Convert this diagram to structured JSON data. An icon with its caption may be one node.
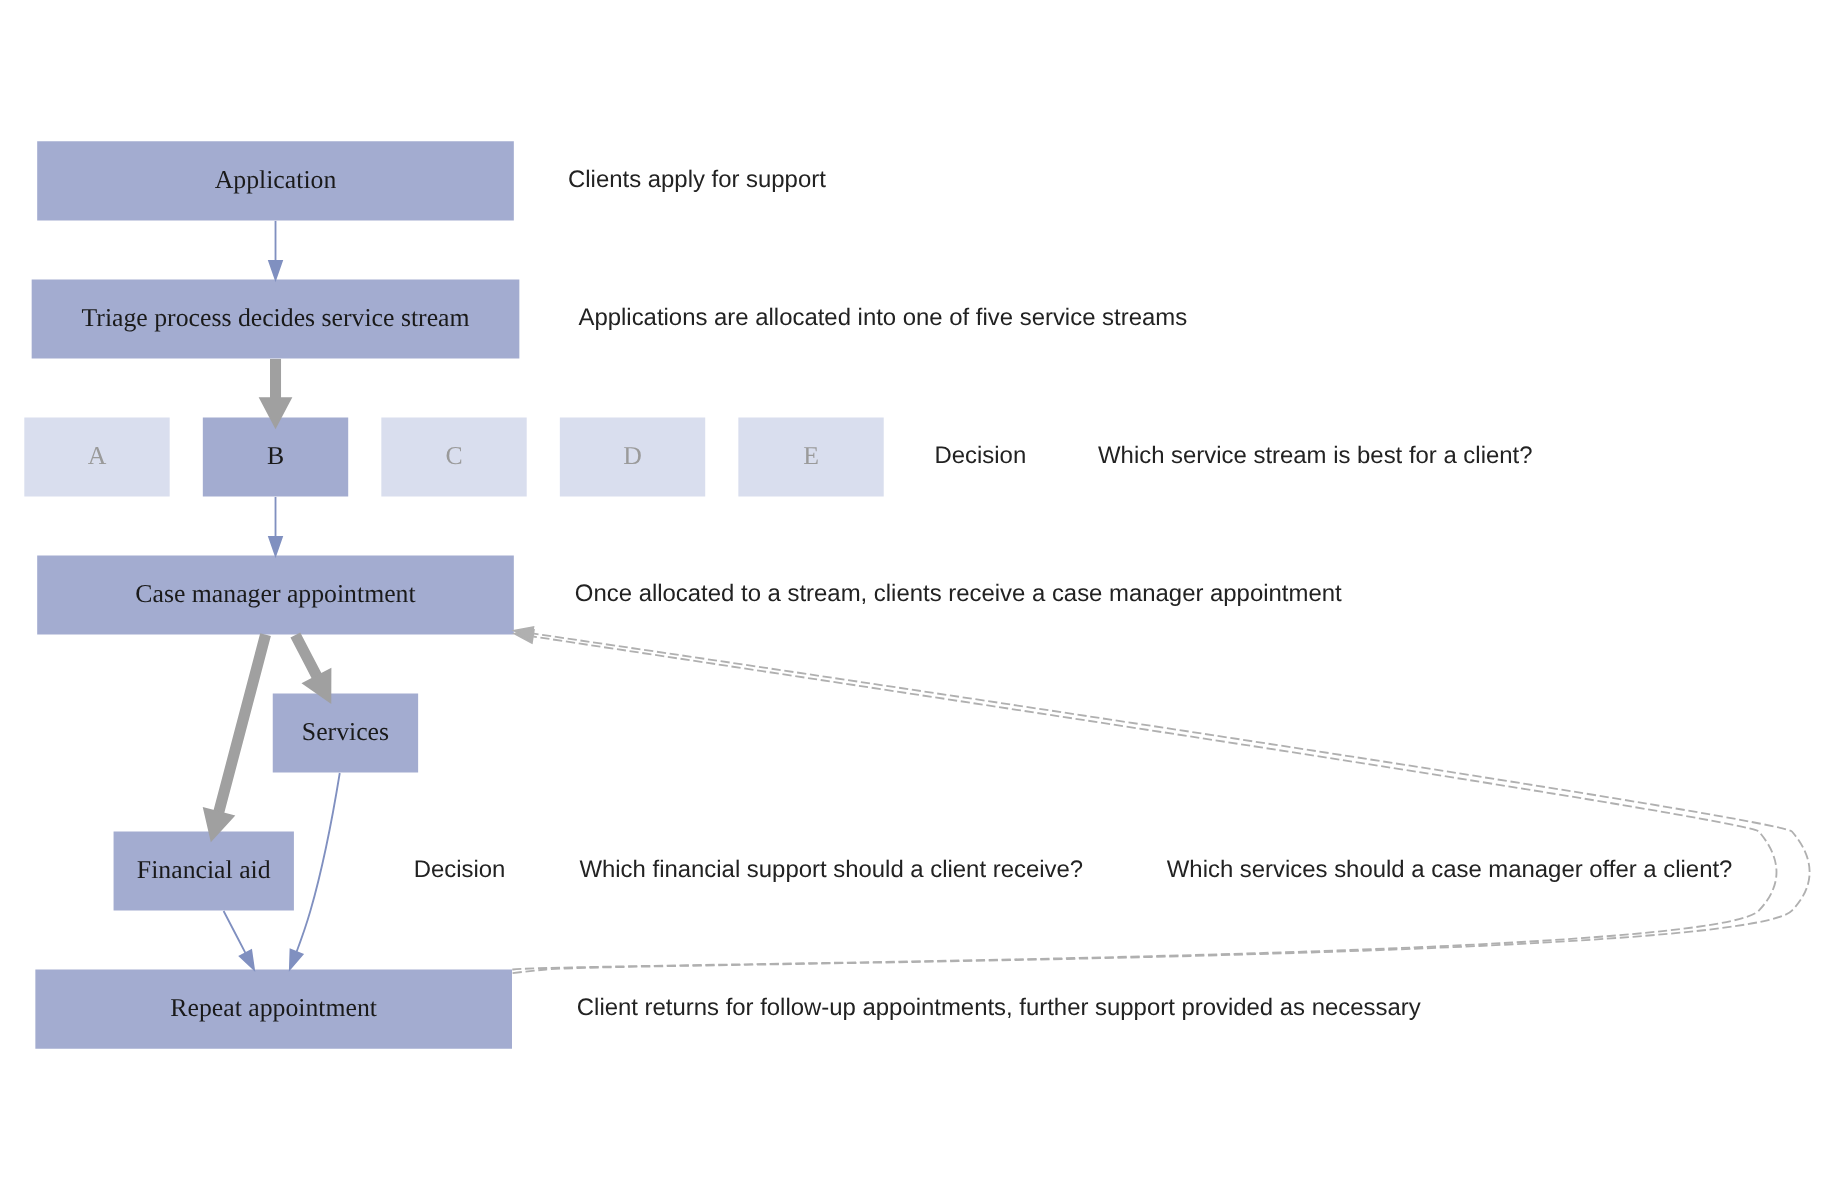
{
  "diagram": {
    "nodes": [
      {
        "text": [
          "Application"
        ]
      },
      {
        "text": [
          "Triage process decides service stream"
        ]
      },
      {
        "text": [
          "A"
        ]
      },
      {
        "text": [
          "B"
        ]
      },
      {
        "text": [
          "C"
        ]
      },
      {
        "text": [
          "D"
        ]
      },
      {
        "text": [
          "E"
        ]
      },
      {
        "text": [
          "Case manager appointment"
        ]
      },
      {
        "text": [
          "Financial aid"
        ]
      },
      {
        "text": [
          "Services"
        ]
      },
      {
        "text": [
          "Repeat appointment"
        ]
      }
    ],
    "edges": [
      {
        "from": 0,
        "to": 1,
        "arrow": "to"
      },
      {
        "from": 1,
        "to": 3,
        "arrow": "to",
        "style": "thick",
        "color": "#a0a0a0"
      },
      {
        "from": 3,
        "to": 7,
        "arrow": "to"
      },
      {
        "from": 7,
        "to": 8,
        "arrow": "to",
        "style": "thick",
        "color": "#a0a0a0"
      },
      {
        "from": 7,
        "to": 9,
        "arrow": "to",
        "style": "thick",
        "color": "#a0a0a0"
      },
      {
        "from": 8,
        "to": 10,
        "arrow": "to"
      },
      {
        "from": 9,
        "to": 10,
        "arrow": "to"
      },
      {
        "from": 10,
        "to": 7,
        "arrow": "to",
        "style": "dashed",
        "color": "#b0b0b0"
      },
      {
        "from": 10,
        "to": 7,
        "arrow": "to",
        "style": "dashed",
        "color": "#b0b0b0"
      }
    ],
    "labels": [
      "Clients apply for support",
      "Applications are allocated into one of five service streams",
      "Decision",
      "Which service stream is best for a client?",
      "Once allocated to a stream, clients receive a case manager appointment",
      "Decision",
      "Which financial support should a client receive?",
      "Which services should a case manager offer a client?",
      "Client returns for follow-up appointments, further support provided as necessary"
    ]
  }
}
